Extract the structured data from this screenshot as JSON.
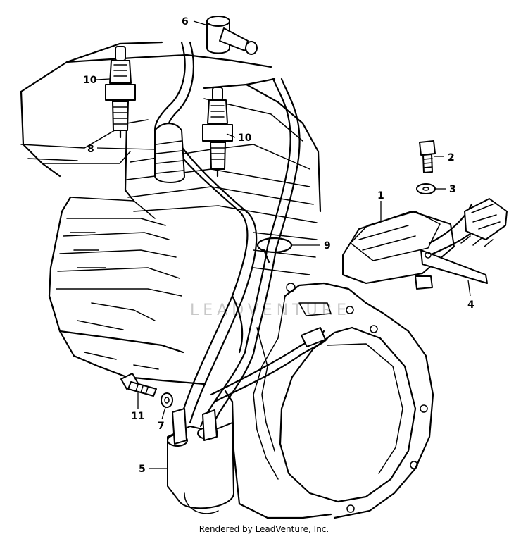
{
  "diagram": {
    "callouts": [
      {
        "id": "1",
        "label": "1"
      },
      {
        "id": "2",
        "label": "2"
      },
      {
        "id": "3",
        "label": "3"
      },
      {
        "id": "4",
        "label": "4"
      },
      {
        "id": "5",
        "label": "5"
      },
      {
        "id": "6",
        "label": "6"
      },
      {
        "id": "7",
        "label": "7"
      },
      {
        "id": "8",
        "label": "8"
      },
      {
        "id": "9",
        "label": "9"
      },
      {
        "id": "10a",
        "label": "10"
      },
      {
        "id": "10b",
        "label": "10"
      },
      {
        "id": "11",
        "label": "11"
      }
    ],
    "watermark": "LEADVENTURE",
    "credit": "Rendered by LeadVenture, Inc."
  },
  "colors": {
    "ink": "#000000",
    "paper": "#ffffff",
    "watermark": "#c8c8c8"
  }
}
